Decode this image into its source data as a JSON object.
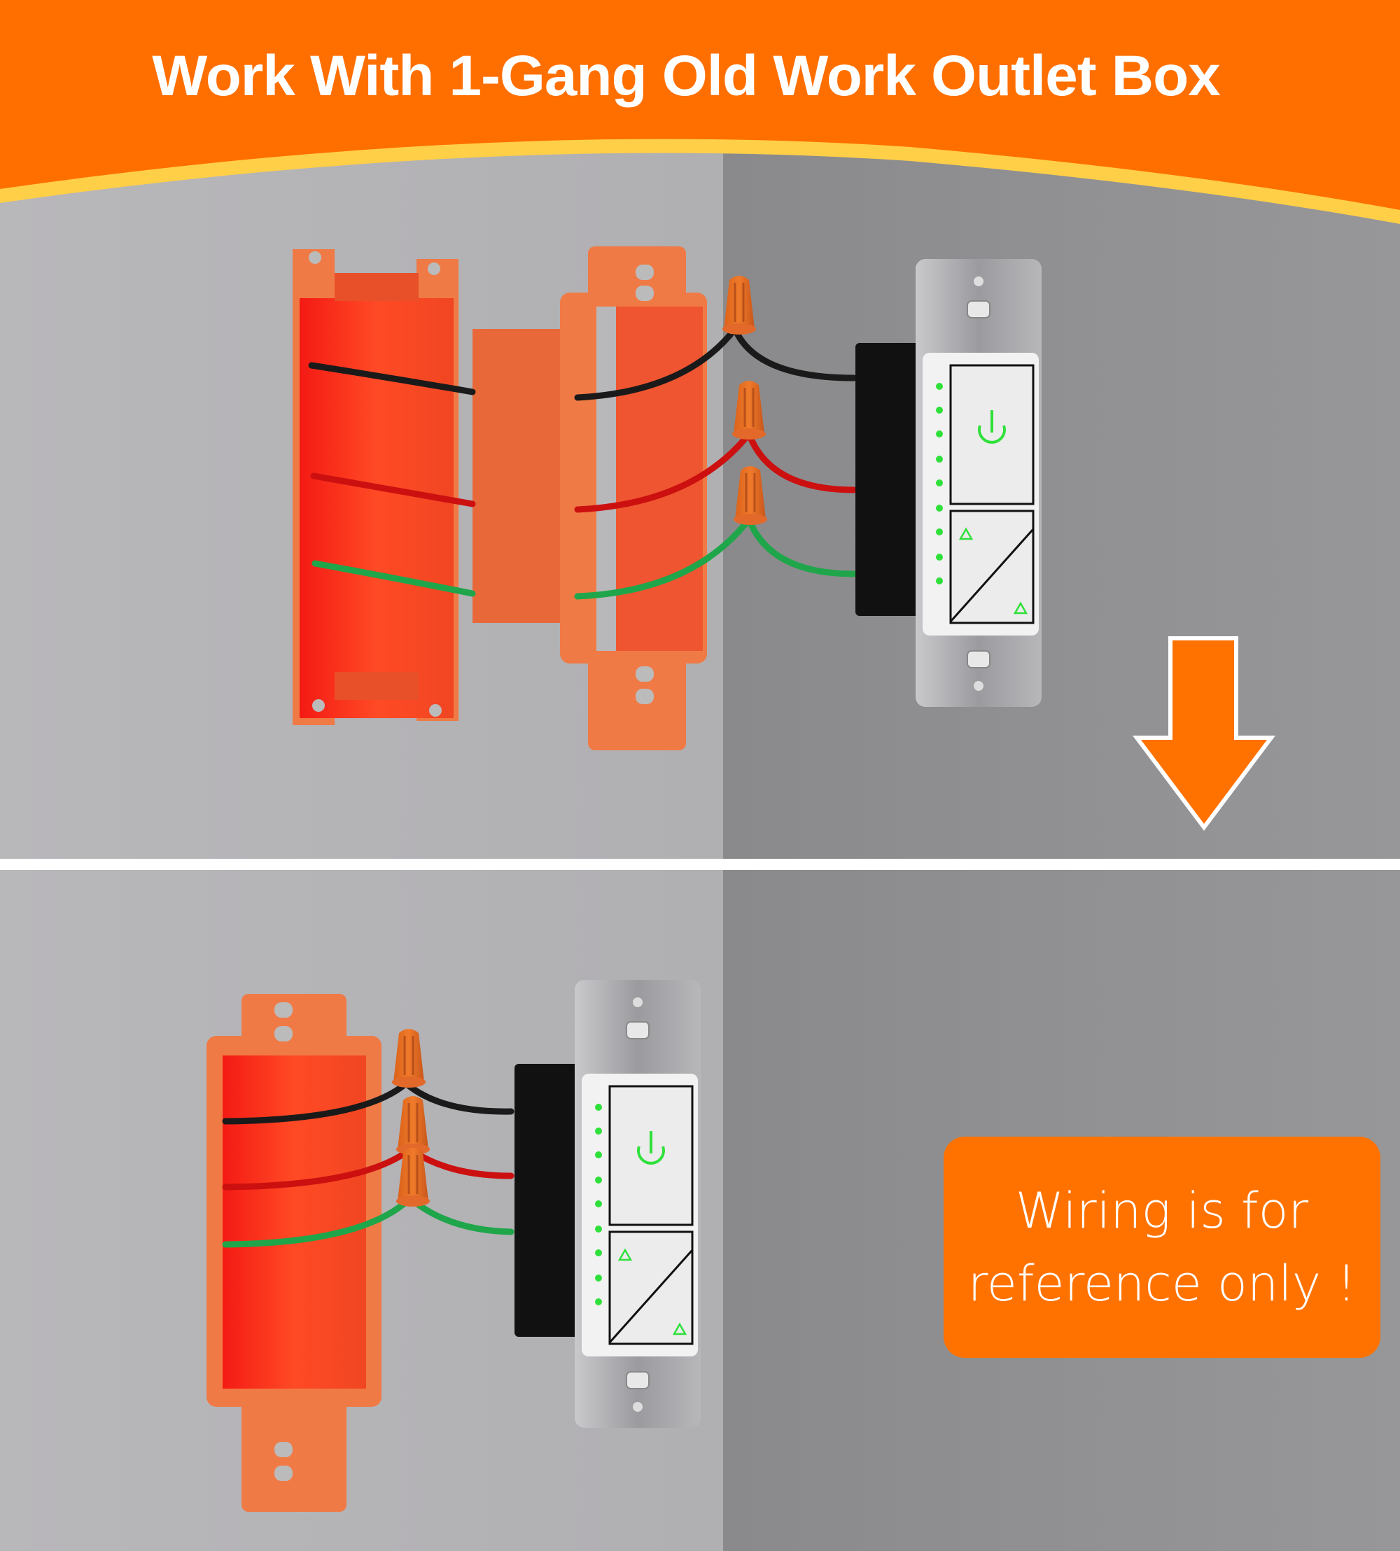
{
  "header": {
    "title": "Work With 1-Gang Old Work Outlet Box",
    "bg_color": "#ff6f00",
    "accent_stripe_color": "#ffcf48"
  },
  "panels": [
    {
      "name": "exploded-view",
      "parts": [
        "old-work-outlet-box",
        "box-extender",
        "wire-nuts",
        "smart-dimmer-switch"
      ],
      "wires": [
        "black",
        "red",
        "green"
      ],
      "arrow": "down-arrow"
    },
    {
      "name": "assembled-view",
      "parts": [
        "box-extender",
        "wire-nuts",
        "smart-dimmer-switch"
      ],
      "wires": [
        "black",
        "red",
        "green"
      ]
    }
  ],
  "note": {
    "line1": "Wiring is for",
    "line2": "reference only !",
    "bg_color": "#ff7200"
  },
  "colors": {
    "orange": "#ff7200",
    "wall_light": "#b4b3b6",
    "wall_dark": "#8e8e90",
    "led_green": "#2fe03a",
    "wire_black": "#1a1a1a",
    "wire_red": "#cc1010",
    "wire_green": "#1fa64a"
  }
}
